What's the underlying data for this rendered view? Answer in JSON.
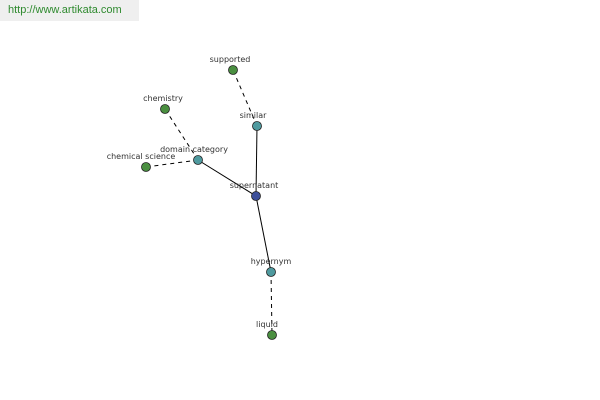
{
  "header": {
    "url": "http://www.artikata.com"
  },
  "colors": {
    "center": "#3d4f9a",
    "relation": "#4f9a9f",
    "word": "#4a8f40",
    "edge": "#000000"
  },
  "graph": {
    "nodes": [
      {
        "id": "supernatant",
        "label": "supernatant",
        "kind": "center"
      },
      {
        "id": "similar",
        "label": "similar",
        "kind": "relation"
      },
      {
        "id": "domain-category",
        "label": "domain category",
        "kind": "relation"
      },
      {
        "id": "hypernym",
        "label": "hypernym",
        "kind": "relation"
      },
      {
        "id": "supported",
        "label": "supported",
        "kind": "word"
      },
      {
        "id": "chemistry",
        "label": "chemistry",
        "kind": "word"
      },
      {
        "id": "chemical-science",
        "label": "chemical science",
        "kind": "word"
      },
      {
        "id": "liquid",
        "label": "liquid",
        "kind": "word"
      }
    ],
    "edges": [
      {
        "from": "supernatant",
        "to": "similar",
        "style": "solid"
      },
      {
        "from": "supernatant",
        "to": "domain-category",
        "style": "solid"
      },
      {
        "from": "supernatant",
        "to": "hypernym",
        "style": "solid"
      },
      {
        "from": "similar",
        "to": "supported",
        "style": "dashed"
      },
      {
        "from": "domain-category",
        "to": "chemistry",
        "style": "dashed"
      },
      {
        "from": "domain-category",
        "to": "chemical-science",
        "style": "dashed"
      },
      {
        "from": "hypernym",
        "to": "liquid",
        "style": "dashed"
      }
    ]
  }
}
